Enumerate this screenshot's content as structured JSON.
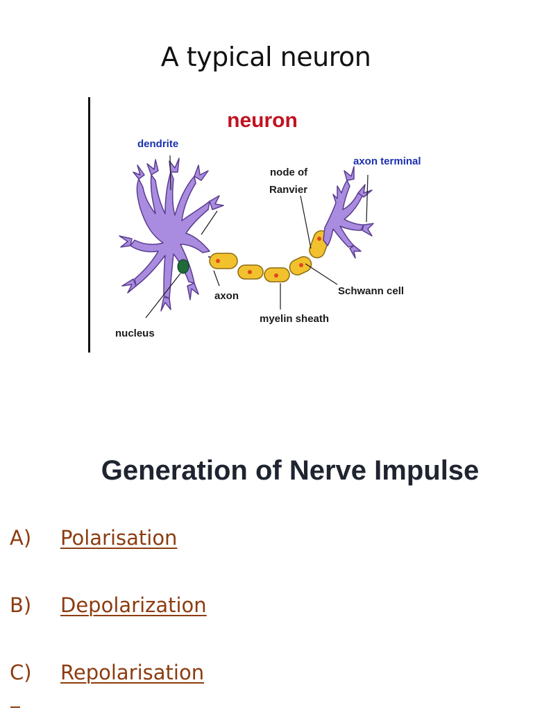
{
  "slide": {
    "title": "A typical neuron"
  },
  "figure": {
    "title": "neuron",
    "labels": {
      "dendrite": "dendrite",
      "axon_terminal": "axon terminal",
      "node_of_ranvier_line1": "node of",
      "node_of_ranvier_line2": "Ranvier",
      "schwann_cell": "Schwann cell",
      "myelin_sheath": "myelin sheath",
      "axon": "axon",
      "nucleus": "nucleus"
    },
    "colors": {
      "title": "#c1121f",
      "blue_label": "#1a2fb0",
      "dark_label": "#1a1a1a",
      "cell_body": "#a98be0",
      "cell_outline": "#5a3d8f",
      "nucleus": "#1f6b3a",
      "myelin": "#f2c12e",
      "myelin_outline": "#8a6a10",
      "myelin_dot": "#e0451f"
    }
  },
  "section": {
    "heading": "Generation of Nerve Impulse"
  },
  "steps": [
    {
      "marker": "A)",
      "label": "Polarisation"
    },
    {
      "marker": "B)",
      "label": "Depolarization"
    },
    {
      "marker": "C)",
      "label": "Repolarisation"
    }
  ],
  "colors": {
    "link": "#8c3c10",
    "heading": "#1f2430"
  }
}
